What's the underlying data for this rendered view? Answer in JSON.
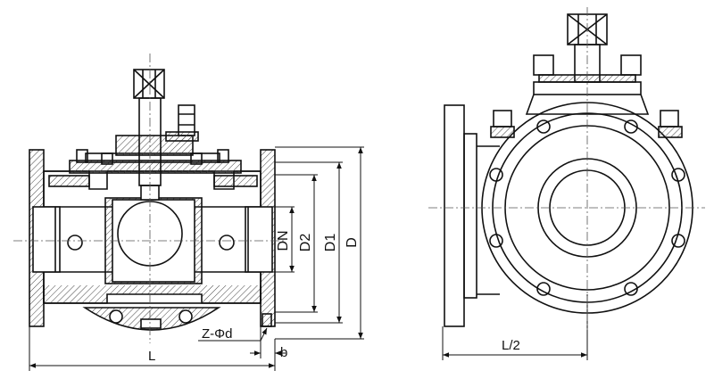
{
  "labels": {
    "dn": "DN",
    "d2": "D2",
    "d1": "D1",
    "d": "D",
    "z_phi_d": "Z-Φd",
    "b": "b",
    "l": "L",
    "l_half": "L/2"
  }
}
